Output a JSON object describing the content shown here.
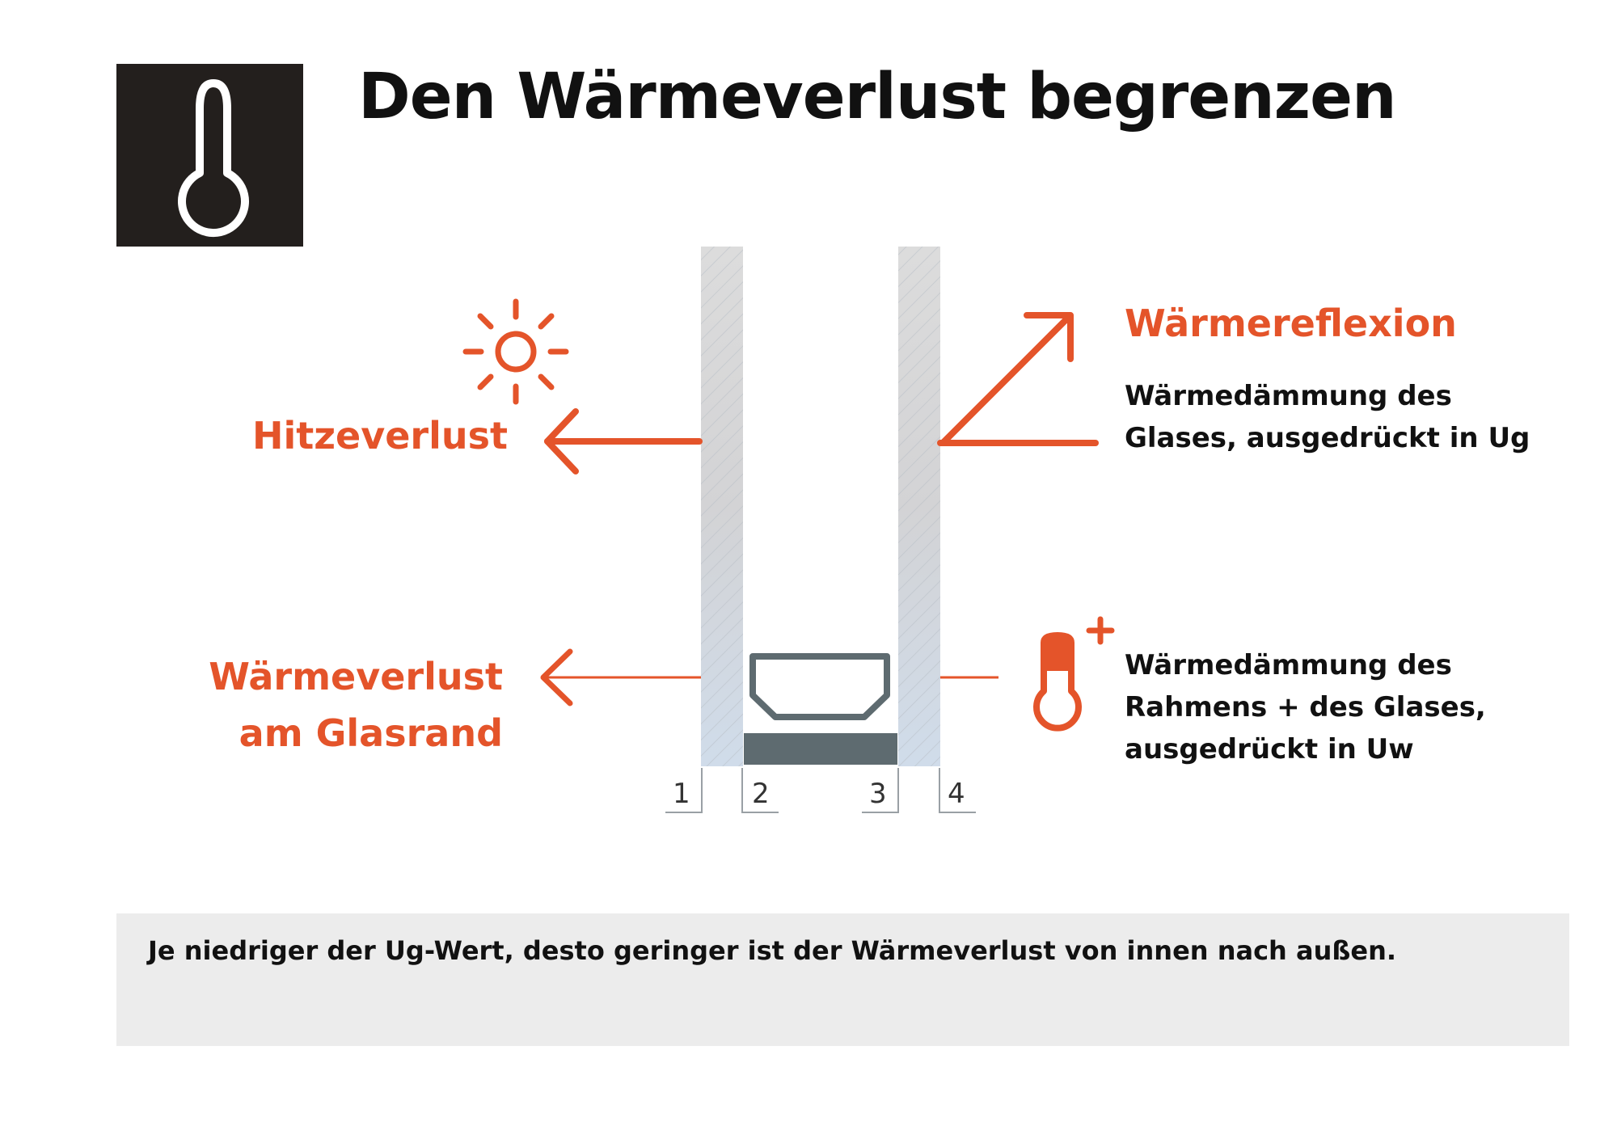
{
  "title": "Den Wärmeverlust begrenzen",
  "icon": "thermometer-icon",
  "colors": {
    "accent": "#e4542a",
    "dark": "#231f1d",
    "glass": "#d8dde4",
    "spacer": "#5e6b70",
    "note_bg": "#ececec"
  },
  "labels": {
    "heat_loss": "Hitzeverlust",
    "edge_loss_line1": "Wärmeverlust",
    "edge_loss_line2": "am Glasrand",
    "reflection": "Wärmereflexion",
    "ug_line1": "Wärmedämmung des",
    "ug_line2": "Glases, ausgedrückt in Ug",
    "uw_line1": "Wärmedämmung des",
    "uw_line2": "Rahmens + des Glases,",
    "uw_line3": "ausgedrückt in Uw"
  },
  "surfaces": [
    "1",
    "2",
    "3",
    "4"
  ],
  "note": "Je niedriger der Ug-Wert, desto geringer ist der Wärmeverlust von innen nach außen."
}
